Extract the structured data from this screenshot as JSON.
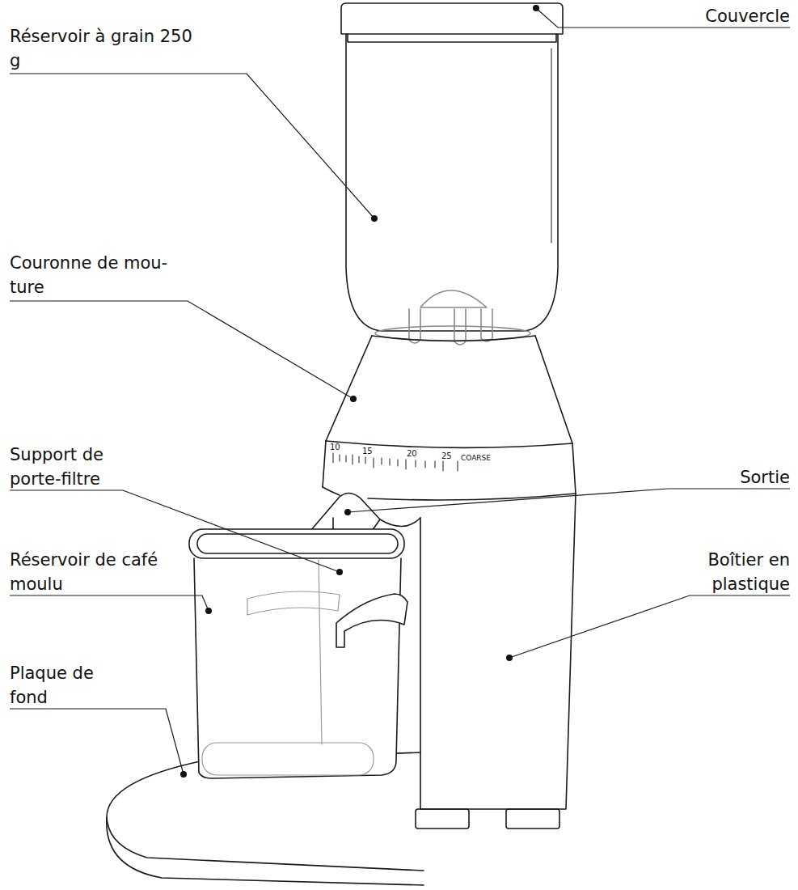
{
  "diagram": {
    "labels": [
      "Couvercle",
      "Réservoir à grain 250 g",
      "Couronne de mou- ture",
      "10",
      "15",
      "20",
      "25",
      "COARSE",
      "Sortie",
      "Support de porte-filtre",
      "Boîtier en plastique",
      "Réservoir de café moulu",
      "Plaque de fond"
    ]
  }
}
